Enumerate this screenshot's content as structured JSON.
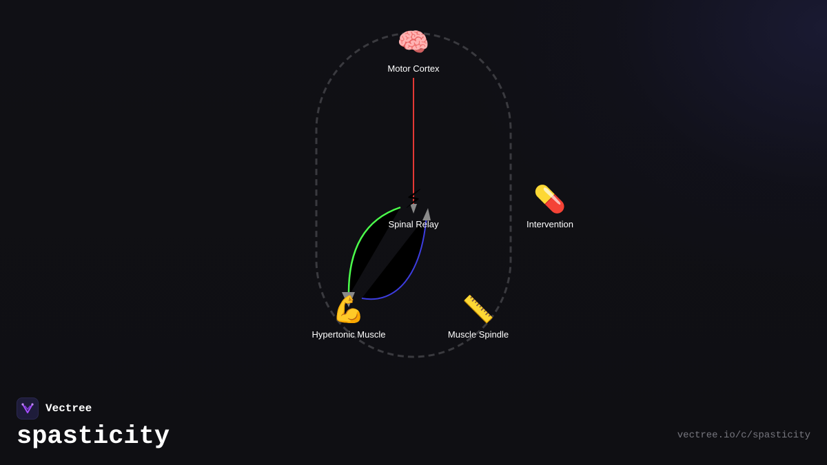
{
  "brand": {
    "name": "Vectree",
    "logo_color": "#a64dff"
  },
  "page": {
    "title": "spasticity",
    "url": "vectree.io/c/spasticity"
  },
  "diagram": {
    "nodes": [
      {
        "id": "motor-cortex",
        "label": "Motor Cortex",
        "icon": "brain-icon",
        "glyph": "🧠"
      },
      {
        "id": "spinal-relay",
        "label": "Spinal Relay",
        "icon": "lightning-icon",
        "glyph": "⚡"
      },
      {
        "id": "intervention",
        "label": "Intervention",
        "icon": "pill-icon",
        "glyph": "💊"
      },
      {
        "id": "hypertonic-muscle",
        "label": "Hypertonic Muscle",
        "icon": "flexed-biceps-icon",
        "glyph": "💪"
      },
      {
        "id": "muscle-spindle",
        "label": "Muscle Spindle",
        "icon": "ruler-icon",
        "glyph": "📏"
      }
    ],
    "edges": [
      {
        "from": "motor-cortex",
        "to": "spinal-relay",
        "color": "#e53935"
      },
      {
        "from": "spinal-relay",
        "to": "hypertonic-muscle",
        "color": "#4cff4c"
      },
      {
        "from": "hypertonic-muscle",
        "to": "spinal-relay",
        "color": "#3d3de0"
      }
    ],
    "group_border_color": "#3a3a3f"
  }
}
